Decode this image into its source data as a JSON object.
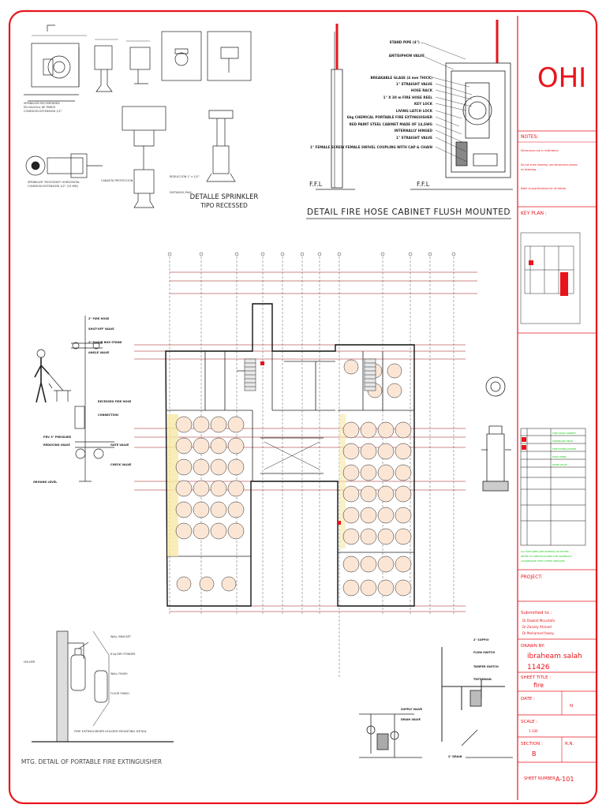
{
  "sheet": {
    "logo": "OHI",
    "notes_label": "NOTES:",
    "key_plan_label": "KEY PLAN :",
    "project_label": "PROJECT:",
    "submitted_label": "Submitted to :",
    "submitted_names": [
      "Dr.Dawlat Moustafa",
      "Dr.Zanaty Ahmed",
      "Dr.Mohamed fawzy"
    ],
    "drawn_label": "DRAWN BY:",
    "drawn_name": "ibraheam salah",
    "drawn_id": "11426",
    "sheet_title_label": "SHEET TITLE :",
    "sheet_title": "fire",
    "date_label": "DATE :",
    "date_value": "N",
    "scale_label": "SCALE :",
    "scale_value": "1:100",
    "section_label": "SECTION :",
    "section_value": "B",
    "rn_label": "R.N.",
    "sheet_number_label": "SHEET NUMBER",
    "sheet_number": "A-101"
  },
  "details": {
    "sprinkler_title_1": "DETALLE SPRINKLER",
    "sprinkler_title_2": "TIPO RECESSED",
    "hose_cabinet_title": "DETAIL FIRE HOSE CABINET FLUSH MOUNTED",
    "ffl_left": "F.F.L",
    "ffl_right": "F.F.L",
    "extinguisher_title": "MTG. DETAIL OF PORTABLE FIRE EXTINGUISHER",
    "extinguisher_sub": "FIRE EXTINGUISHER HOLDER MOUNTING DETAIL",
    "hose_labels": [
      "STAND PIPE (4\") ...",
      "ANTISIPHON VALVE",
      "BREAKABLE GLASS (4 mm THICK)",
      "1\" STRAIGHT VALVE",
      "HOSE RACK",
      "1\" X 30 m FIRE HOSE REEL",
      "KEY LOCK",
      "LIVING LATCH LOCK",
      "6kg CHEMICAL PORTABLE FIRE EXTINGUISHER",
      "RED PAINT STEEL CABINET MADE OF 14,SWG",
      "INTERNALLY HINGED",
      "1\" STRAIGHT VALVE",
      "1\" FEMALE SCREW FEMALE SWIVEL COUPLING WITH CAP & CHAIN"
    ]
  }
}
